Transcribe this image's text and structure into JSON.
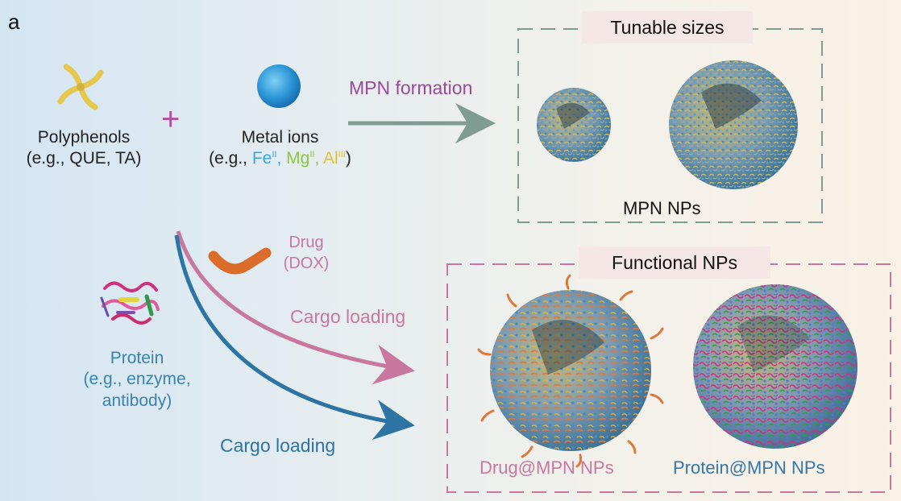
{
  "panel_label": "a",
  "polyphenols": {
    "name": "Polyphenols",
    "examples": "(e.g., QUE, TA)"
  },
  "plus": "+",
  "metal_ions": {
    "name": "Metal ions",
    "examples_prefix": "(e.g., ",
    "fe": "Fe",
    "fe_sup": "II",
    "sep1": ", ",
    "mg": "Mg",
    "mg_sup": "II",
    "sep2": ", ",
    "al": "Al",
    "al_sup": "III",
    "examples_suffix": ")"
  },
  "mpn_formation": "MPN formation",
  "tunable_sizes": "Tunable sizes",
  "mpn_nps": "MPN NPs",
  "functional_nps": "Functional NPs",
  "drug": {
    "line1": "Drug",
    "line2": "(DOX)"
  },
  "cargo_loading_drug": "Cargo loading",
  "protein": {
    "line1": "Protein",
    "line2": "(e.g., enzyme,",
    "line3": "antibody)"
  },
  "cargo_loading_protein": "Cargo loading",
  "drug_mpn_nps": "Drug@MPN NPs",
  "protein_mpn_nps": "Protein@MPN NPs",
  "colors": {
    "mpn_arrow": "#7e9c92",
    "drug_arrow": "#c8779f",
    "protein_arrow": "#2d74a3",
    "tunable_box": "#7e9c92",
    "functional_box": "#c8779f",
    "polyphenol": "#e6c84e",
    "metal_ion": "#3fa7d8",
    "drug_molecule": "#dc6c2a"
  }
}
